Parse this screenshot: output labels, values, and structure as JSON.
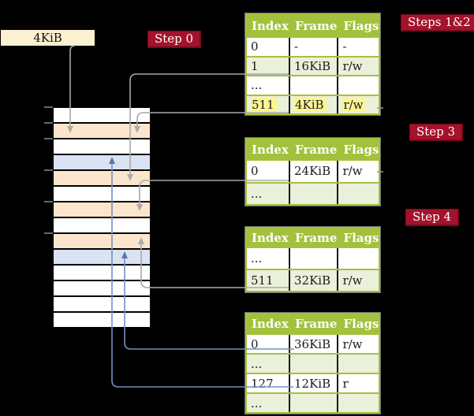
{
  "frame_box": {
    "label": "4KiB"
  },
  "step_labels": {
    "step0": "Step 0",
    "steps12": "Steps 1&2",
    "step3": "Step 3",
    "step4": "Step 4"
  },
  "table_headers": [
    "Index",
    "Frame",
    "Flags"
  ],
  "tables": {
    "t1": [
      [
        "0",
        "-",
        "-"
      ],
      [
        "1",
        "16KiB",
        "r/w"
      ],
      [
        "...",
        "",
        ""
      ],
      [
        "511",
        "4KiB",
        "r/w"
      ]
    ],
    "t2": [
      [
        "0",
        "24KiB",
        "r/w"
      ],
      [
        "...",
        "",
        ""
      ]
    ],
    "t3": [
      [
        "...",
        "",
        ""
      ],
      [
        "511",
        "32KiB",
        "r/w"
      ]
    ],
    "t4": [
      [
        "0",
        "36KiB",
        "r/w"
      ],
      [
        "...",
        "",
        ""
      ],
      [
        "127",
        "12KiB",
        "r"
      ],
      [
        "...",
        "",
        ""
      ]
    ]
  },
  "memory_stack": {
    "row_colors": [
      "white",
      "peach",
      "white",
      "blue",
      "peach",
      "white",
      "peach",
      "white",
      "peach",
      "blue",
      "white",
      "white",
      "white",
      "white"
    ]
  },
  "connections": [
    {
      "from": "frame-box-4KiB",
      "to": "memory-row-2",
      "color": "gray",
      "direction": "down"
    },
    {
      "from": "table1-row-511-frame-4KiB",
      "to": "memory-row-2",
      "color": "gray",
      "direction": "down"
    },
    {
      "from": "table1-row-1-frame-16KiB",
      "to": "memory-row-5",
      "color": "gray",
      "direction": "down"
    },
    {
      "from": "table2-row-0-frame-24KiB",
      "to": "memory-row-7",
      "color": "gray",
      "direction": "down"
    },
    {
      "from": "table3-row-511-frame-32KiB",
      "to": "memory-row-9",
      "color": "gray",
      "direction": "up"
    },
    {
      "from": "table4-row-0-frame-36KiB",
      "to": "memory-row-10",
      "color": "blue",
      "direction": "up"
    },
    {
      "from": "table4-row-127-frame-12KiB",
      "to": "memory-row-4",
      "color": "blue",
      "direction": "up"
    }
  ],
  "colors": {
    "background": "#000000",
    "header_green": "#A3C13C",
    "row_green": "#EBF0DB",
    "highlight_yellow": "#FBF593",
    "label_crimson": "#A4122B",
    "box_cream": "#FBF0D0",
    "peach_row": "#FCE5CD",
    "blue_row": "#D9E3F3",
    "gray_arrow": "#A8A8A8",
    "blue_arrow": "#7590C0"
  }
}
